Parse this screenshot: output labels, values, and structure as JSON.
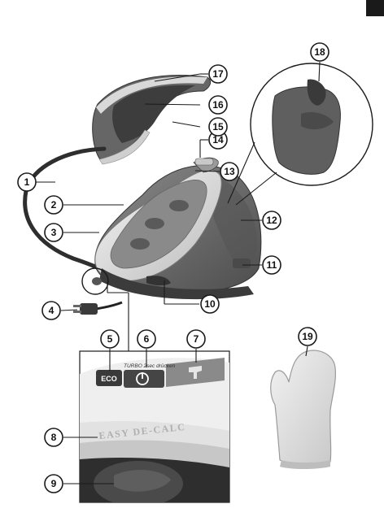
{
  "language_tab": "",
  "panel": {
    "eco_label": "ECO",
    "turbo_text": "TURBO 2sec drücken",
    "easy_decalc_text": "EASY DE-CALC"
  },
  "callouts": [
    "1",
    "2",
    "3",
    "4",
    "5",
    "6",
    "7",
    "8",
    "9",
    "10",
    "11",
    "12",
    "13",
    "14",
    "15",
    "16",
    "17",
    "18",
    "19"
  ],
  "colors": {
    "body": "#6f6f6f",
    "body_dark": "#4a4a4a",
    "base_light": "#e7e7e7",
    "glove": "#dcdcdc"
  }
}
